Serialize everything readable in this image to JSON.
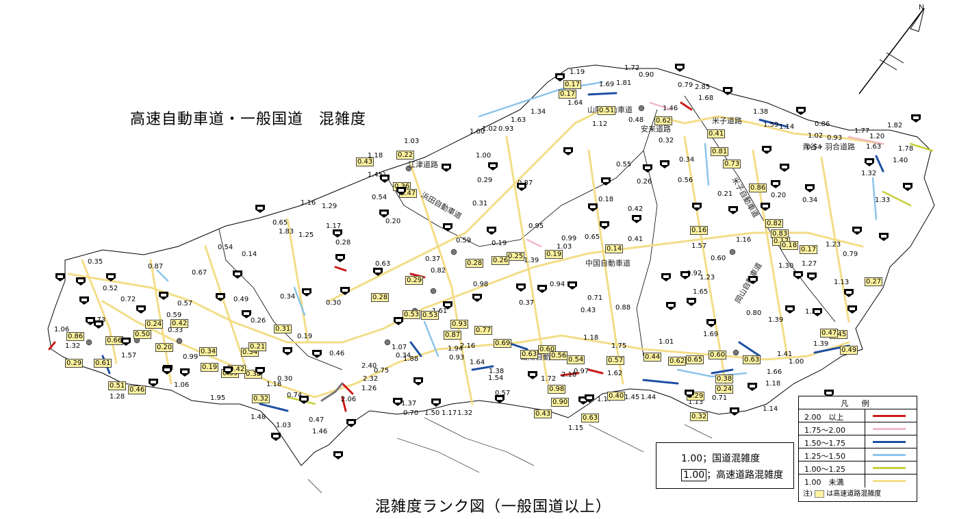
{
  "title": "高速自動車道・一般国道　混雑度",
  "subtitle": "混雑度ランク図（一般国道以上）",
  "key": {
    "national": "1.00；国道混雑度",
    "expressway_value": "1.00",
    "expressway_text": "；高速道路混雑度"
  },
  "legend": {
    "title": "凡 例",
    "rows": [
      {
        "label": "2.00　以上",
        "color": "#cc1a1a"
      },
      {
        "label": "1.75〜2.00",
        "color": "#f2b8c6"
      },
      {
        "label": "1.50〜1.75",
        "color": "#1e4fa3"
      },
      {
        "label": "1.25〜1.50",
        "color": "#8cc4ea"
      },
      {
        "label": "1.00〜1.25",
        "color": "#c8cf3a"
      },
      {
        "label": "1.00　未満",
        "color": "#f3dd86"
      }
    ],
    "note": "注)",
    "note_text": "は高速道路混雑度"
  },
  "north_label": "N",
  "expressways": [
    {
      "name": "中国自動車道"
    },
    {
      "name": "山陽自動車道"
    },
    {
      "name": "浜田自動車道"
    },
    {
      "name": "米子自動車道"
    },
    {
      "name": "岡山自動車道"
    },
    {
      "name": "山陰自動車道"
    },
    {
      "name": "江津道路"
    },
    {
      "name": "安来道路"
    },
    {
      "name": "米子道路"
    },
    {
      "name": "青谷・羽合道路"
    }
  ],
  "values": [
    {
      "v": "1.19"
    },
    {
      "v": "1.72"
    },
    {
      "v": "0.79"
    },
    {
      "v": "2.85"
    },
    {
      "v": "1.68"
    },
    {
      "v": "1.46"
    },
    {
      "v": "0.90"
    },
    {
      "v": "1.81"
    },
    {
      "v": "1.69"
    },
    {
      "v": "1.64"
    },
    {
      "v": "1.38"
    },
    {
      "v": "1.59"
    },
    {
      "v": "1.14"
    },
    {
      "v": "0.86"
    },
    {
      "v": "1.77"
    },
    {
      "v": "1.20"
    },
    {
      "v": "1.82"
    },
    {
      "v": "1.02"
    },
    {
      "v": "0.93"
    },
    {
      "v": "0.54"
    },
    {
      "v": "1.63"
    },
    {
      "v": "1.78"
    },
    {
      "v": "1.40"
    },
    {
      "v": "1.32"
    },
    {
      "v": "1.33"
    },
    {
      "v": "1.12"
    },
    {
      "v": "0.48"
    },
    {
      "v": "0.32"
    },
    {
      "v": "0.34"
    },
    {
      "v": "0.55"
    },
    {
      "v": "0.26"
    },
    {
      "v": "0.56"
    },
    {
      "v": "0.21"
    },
    {
      "v": "0.20"
    },
    {
      "v": "0.34"
    },
    {
      "v": "1.34"
    },
    {
      "v": "1.63"
    },
    {
      "v": "0.93"
    },
    {
      "v": "1.02"
    },
    {
      "v": "1.00"
    },
    {
      "v": "1.00"
    },
    {
      "v": "0.29"
    },
    {
      "v": "0.87"
    },
    {
      "v": "0.31"
    },
    {
      "v": "1.03"
    },
    {
      "v": "1.18"
    },
    {
      "v": "1.45"
    },
    {
      "v": "0.54"
    },
    {
      "v": "0.20"
    },
    {
      "v": "1.16"
    },
    {
      "v": "1.29"
    },
    {
      "v": "1.17"
    },
    {
      "v": "0.65"
    },
    {
      "v": "1.83"
    },
    {
      "v": "1.25"
    },
    {
      "v": "0.28"
    },
    {
      "v": "0.54"
    },
    {
      "v": "0.14"
    },
    {
      "v": "0.35"
    },
    {
      "v": "0.87"
    },
    {
      "v": "0.67"
    },
    {
      "v": "0.52"
    },
    {
      "v": "0.72"
    },
    {
      "v": "0.57"
    },
    {
      "v": "0.59"
    },
    {
      "v": "0.49"
    },
    {
      "v": "0.26"
    },
    {
      "v": "0.34"
    },
    {
      "v": "0.30"
    },
    {
      "v": "0.19"
    },
    {
      "v": "0.63"
    },
    {
      "v": "0.37"
    },
    {
      "v": "0.82"
    },
    {
      "v": "0.59"
    },
    {
      "v": "0.19"
    },
    {
      "v": "0.99"
    },
    {
      "v": "1.03"
    },
    {
      "v": "0.95"
    },
    {
      "v": "0.65"
    },
    {
      "v": "0.18"
    },
    {
      "v": "0.42"
    },
    {
      "v": "0.41"
    },
    {
      "v": "1.39"
    },
    {
      "v": "0.94"
    },
    {
      "v": "0.71"
    },
    {
      "v": "0.43"
    },
    {
      "v": "0.88"
    },
    {
      "v": "0.37"
    },
    {
      "v": "0.98"
    },
    {
      "v": "1.61"
    },
    {
      "v": "1.57"
    },
    {
      "v": "0.60"
    },
    {
      "v": "0.92"
    },
    {
      "v": "1.23"
    },
    {
      "v": "1.65"
    },
    {
      "v": "1.16"
    },
    {
      "v": "1.30"
    },
    {
      "v": "1.27"
    },
    {
      "v": "1.23"
    },
    {
      "v": "0.79"
    },
    {
      "v": "1.13"
    },
    {
      "v": "1.28"
    },
    {
      "v": "1.39"
    },
    {
      "v": "1.69"
    },
    {
      "v": "0.80"
    },
    {
      "v": "1.41"
    },
    {
      "v": "1.39"
    },
    {
      "v": "1.00"
    },
    {
      "v": "1.66"
    },
    {
      "v": "1.18"
    },
    {
      "v": "1.14"
    },
    {
      "v": "0.71"
    },
    {
      "v": "1.13"
    },
    {
      "v": "1.01"
    },
    {
      "v": "1.75"
    },
    {
      "v": "1.18"
    },
    {
      "v": "1.62"
    },
    {
      "v": "0.97"
    },
    {
      "v": "2.18"
    },
    {
      "v": "1.72"
    },
    {
      "v": "1.54"
    },
    {
      "v": "1.38"
    },
    {
      "v": "1.64"
    },
    {
      "v": "1.45"
    },
    {
      "v": "1.44"
    },
    {
      "v": "1.17"
    },
    {
      "v": "1.15"
    },
    {
      "v": "0.57"
    },
    {
      "v": "1.17"
    },
    {
      "v": "1.32"
    },
    {
      "v": "1.50"
    },
    {
      "v": "0.70"
    },
    {
      "v": "1.37"
    },
    {
      "v": "1.88"
    },
    {
      "v": "0.93"
    },
    {
      "v": "2.16"
    },
    {
      "v": "1.94"
    },
    {
      "v": "1.07"
    },
    {
      "v": "0.34"
    },
    {
      "v": "0.75"
    },
    {
      "v": "2.40"
    },
    {
      "v": "2.32"
    },
    {
      "v": "1.26"
    },
    {
      "v": "2.06"
    },
    {
      "v": "0.46"
    },
    {
      "v": "0.47"
    },
    {
      "v": "1.46"
    },
    {
      "v": "1.03"
    },
    {
      "v": "1.48"
    },
    {
      "v": "0.74"
    },
    {
      "v": "0.30"
    },
    {
      "v": "1.18"
    },
    {
      "v": "1.95"
    },
    {
      "v": "1.06"
    },
    {
      "v": "0.99"
    },
    {
      "v": "1.57"
    },
    {
      "v": "1.28"
    },
    {
      "v": "1.06"
    },
    {
      "v": "1.32"
    },
    {
      "v": "0.73"
    },
    {
      "v": "0.33"
    }
  ],
  "boxed_values": [
    {
      "v": "0.17"
    },
    {
      "v": "0.17"
    },
    {
      "v": "0.51"
    },
    {
      "v": "0.62"
    },
    {
      "v": "0.41"
    },
    {
      "v": "0.81"
    },
    {
      "v": "0.73"
    },
    {
      "v": "0.86"
    },
    {
      "v": "0.82"
    },
    {
      "v": "0.83"
    },
    {
      "v": "0.17"
    },
    {
      "v": "0.18"
    },
    {
      "v": "0.16"
    },
    {
      "v": "0.14"
    },
    {
      "v": "0.25"
    },
    {
      "v": "0.26"
    },
    {
      "v": "0.28"
    },
    {
      "v": "0.19"
    },
    {
      "v": "0.29"
    },
    {
      "v": "0.28"
    },
    {
      "v": "0.53"
    },
    {
      "v": "0.53"
    },
    {
      "v": "0.87"
    },
    {
      "v": "0.93"
    },
    {
      "v": "0.77"
    },
    {
      "v": "0.69"
    },
    {
      "v": "0.63"
    },
    {
      "v": "0.60"
    },
    {
      "v": "0.56"
    },
    {
      "v": "0.54"
    },
    {
      "v": "0.57"
    },
    {
      "v": "0.44"
    },
    {
      "v": "0.62"
    },
    {
      "v": "0.65"
    },
    {
      "v": "0.60"
    },
    {
      "v": "0.63"
    },
    {
      "v": "0.38"
    },
    {
      "v": "0.24"
    },
    {
      "v": "0.29"
    },
    {
      "v": "0.32"
    },
    {
      "v": "0.90"
    },
    {
      "v": "0.98"
    },
    {
      "v": "0.43"
    },
    {
      "v": "0.63"
    },
    {
      "v": "0.40"
    },
    {
      "v": "0.38"
    },
    {
      "v": "0.39"
    },
    {
      "v": "0.34"
    },
    {
      "v": "0.31"
    },
    {
      "v": "0.21"
    },
    {
      "v": "0.34"
    },
    {
      "v": "0.32"
    },
    {
      "v": "0.42"
    },
    {
      "v": "0.19"
    },
    {
      "v": "0.46"
    },
    {
      "v": "0.51"
    },
    {
      "v": "0.61"
    },
    {
      "v": "0.66"
    },
    {
      "v": "0.86"
    },
    {
      "v": "0.29"
    },
    {
      "v": "0.42"
    },
    {
      "v": "0.50"
    },
    {
      "v": "0.20"
    },
    {
      "v": "0.24"
    },
    {
      "v": "0.22"
    },
    {
      "v": "0.43"
    },
    {
      "v": "0.36"
    },
    {
      "v": "0.47"
    },
    {
      "v": "0.49"
    },
    {
      "v": "0.45"
    },
    {
      "v": "0.27"
    },
    {
      "v": "0.17"
    },
    {
      "v": "0.47"
    }
  ]
}
